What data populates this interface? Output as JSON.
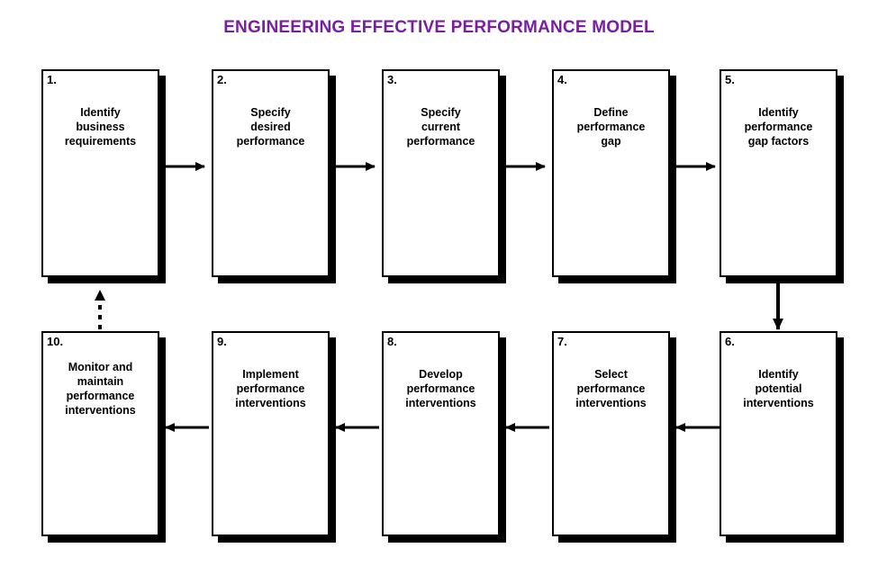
{
  "title": "ENGINEERING EFFECTIVE PERFORMANCE MODEL",
  "colors": {
    "title": "#7a1ea1",
    "box_border": "#000000",
    "box_fill": "#ffffff",
    "shadow": "#000000",
    "arrow": "#000000",
    "background": "#ffffff"
  },
  "chart_data": {
    "type": "diagram",
    "title": "ENGINEERING EFFECTIVE PERFORMANCE MODEL",
    "layout": "two-row serpentine flowchart",
    "nodes": [
      {
        "number": "1.",
        "label": "Identify\nbusiness\nrequirements"
      },
      {
        "number": "2.",
        "label": "Specify\ndesired\nperformance"
      },
      {
        "number": "3.",
        "label": "Specify\ncurrent\nperformance"
      },
      {
        "number": "4.",
        "label": "Define\nperformance\ngap"
      },
      {
        "number": "5.",
        "label": "Identify\nperformance\ngap factors"
      },
      {
        "number": "6.",
        "label": "Identify\npotential\ninterventions"
      },
      {
        "number": "7.",
        "label": "Select\nperformance\ninterventions"
      },
      {
        "number": "8.",
        "label": "Develop\nperformance\ninterventions"
      },
      {
        "number": "9.",
        "label": "Implement\nperformance\ninterventions"
      },
      {
        "number": "10.",
        "label": "Monitor and\nmaintain\nperformance\ninterventions"
      }
    ],
    "edges": [
      {
        "from": "1",
        "to": "2",
        "style": "solid",
        "direction": "right"
      },
      {
        "from": "2",
        "to": "3",
        "style": "solid",
        "direction": "right"
      },
      {
        "from": "3",
        "to": "4",
        "style": "solid",
        "direction": "right"
      },
      {
        "from": "4",
        "to": "5",
        "style": "solid",
        "direction": "right"
      },
      {
        "from": "5",
        "to": "6",
        "style": "solid",
        "direction": "down"
      },
      {
        "from": "6",
        "to": "7",
        "style": "solid",
        "direction": "left"
      },
      {
        "from": "7",
        "to": "8",
        "style": "solid",
        "direction": "left"
      },
      {
        "from": "8",
        "to": "9",
        "style": "solid",
        "direction": "left"
      },
      {
        "from": "9",
        "to": "10",
        "style": "solid",
        "direction": "left"
      },
      {
        "from": "10",
        "to": "1",
        "style": "dashed",
        "direction": "up"
      }
    ]
  }
}
